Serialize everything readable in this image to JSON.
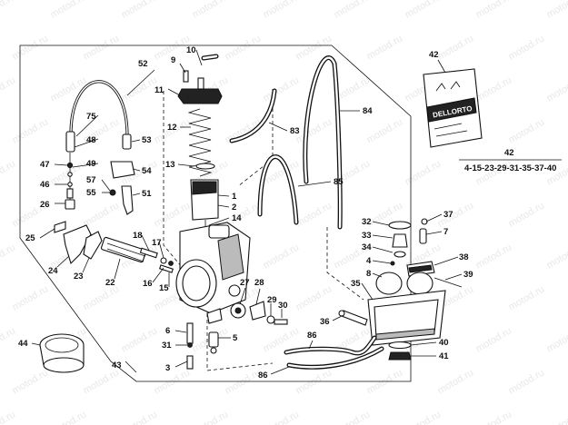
{
  "watermark": "motod.ru",
  "bag_brand": "DELLORTO",
  "kit_title": "42",
  "kit_contents": "4-15-23-29-31-35-37-40",
  "labels": {
    "p1": "1",
    "p2": "2",
    "p3": "3",
    "p4": "4",
    "p5": "5",
    "p6": "6",
    "p7": "7",
    "p8": "8",
    "p9": "9",
    "p10": "10",
    "p11": "11",
    "p12": "12",
    "p13": "13",
    "p14": "14",
    "p15": "15",
    "p16": "16",
    "p17": "17",
    "p18": "18",
    "p22": "22",
    "p23": "23",
    "p24": "24",
    "p25": "25",
    "p26": "26",
    "p27": "27",
    "p28": "28",
    "p29": "29",
    "p30": "30",
    "p31": "31",
    "p32": "32",
    "p33": "33",
    "p34": "34",
    "p35": "35",
    "p36": "36",
    "p37": "37",
    "p38": "38",
    "p39": "39",
    "p40": "40",
    "p41": "41",
    "p42": "42",
    "p43": "43",
    "p44": "44",
    "p46": "46",
    "p47": "47",
    "p48": "48",
    "p49": "49",
    "p51": "51",
    "p52": "52",
    "p53": "53",
    "p54": "54",
    "p55": "55",
    "p57": "57",
    "p75": "75",
    "p83": "83",
    "p84": "84",
    "p85": "85",
    "p86a": "86",
    "p86b": "86"
  }
}
